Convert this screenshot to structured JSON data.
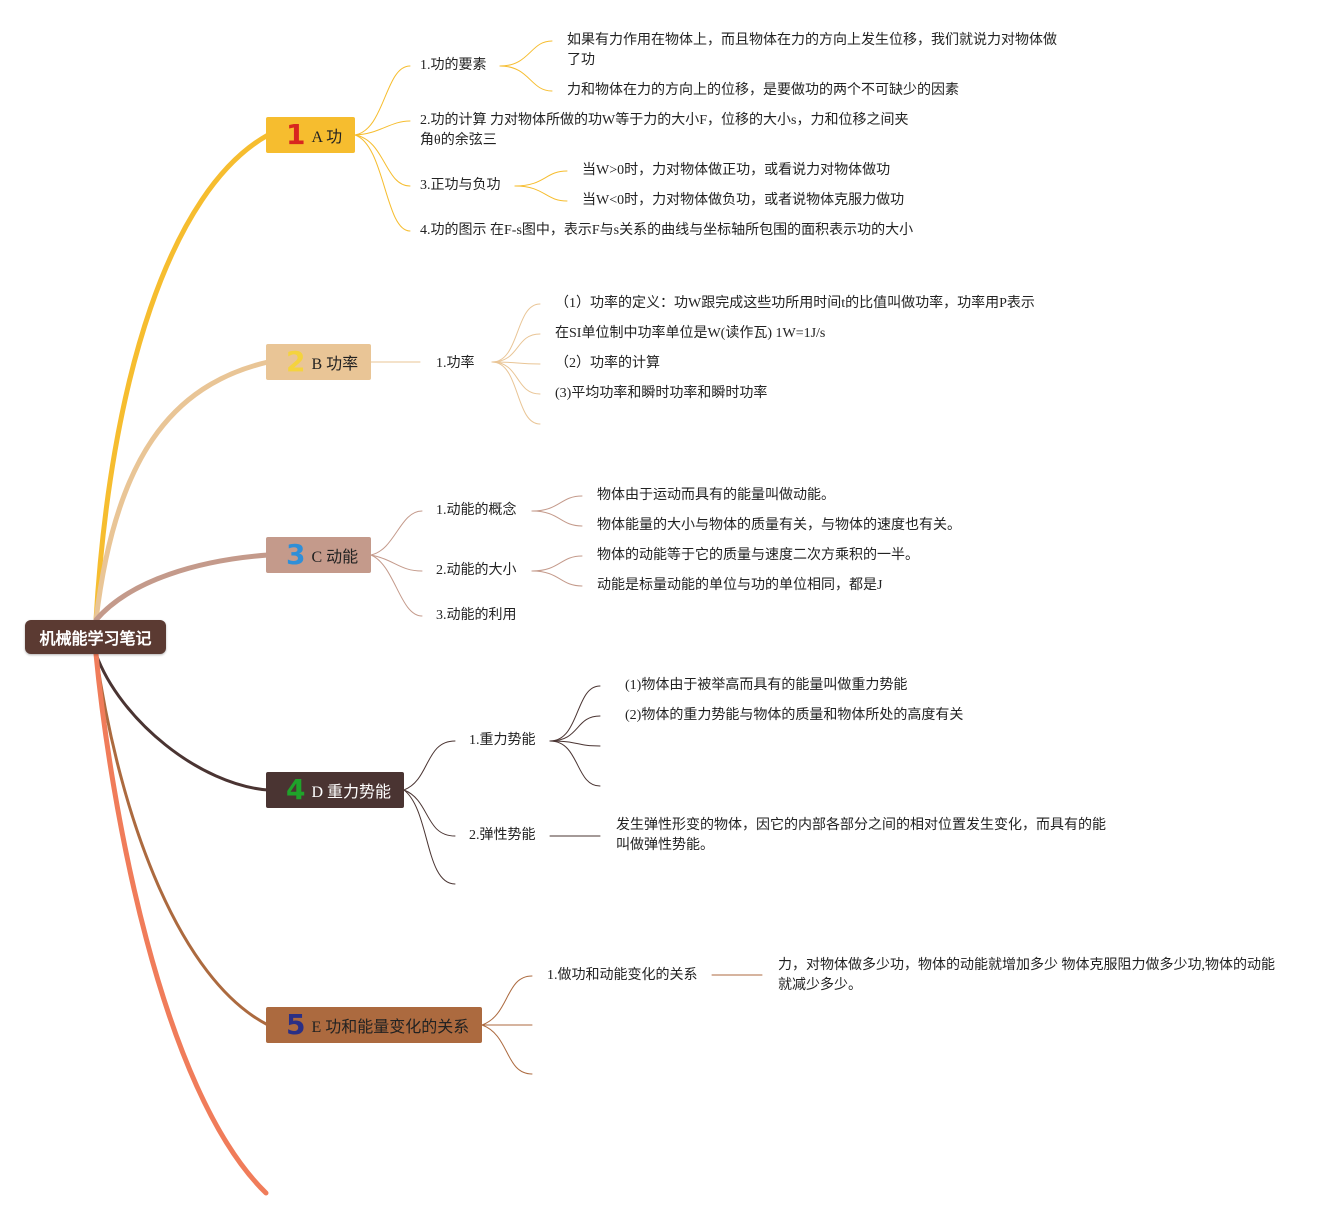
{
  "root": {
    "label": "机械能学习笔记"
  },
  "topics": [
    {
      "num": "1",
      "label": "A 功",
      "color": "#f6bd2f",
      "num_color": "#d8261f",
      "subs": [
        {
          "label": "1.功的要素",
          "leaves": [
            "如果有力作用在物体上，而且物体在力的方向上发生位移，我们就说力对物体做了功",
            "力和物体在力的方向上的位移，是要做功的两个不可缺少的因素"
          ]
        },
        {
          "label": "2.功的计算 力对物体所做的功W等于力的大小F，位移的大小s，力和位移之间夹角θ的余弦三",
          "leaves": []
        },
        {
          "label": "3.正功与负功",
          "leaves": [
            "当W>0时，力对物体做正功，或看说力对物体做功",
            "当W<0时，力对物体做负功，或者说物体克服力做功"
          ]
        },
        {
          "label": "4.功的图示 在F-s图中，表示F与s关系的曲线与坐标轴所包围的面积表示功的大小",
          "leaves": []
        }
      ]
    },
    {
      "num": "2",
      "label": "B 功率",
      "color": "#e9c596",
      "num_color": "#f4d33e",
      "subs": [
        {
          "label": "1.功率",
          "leaves": [
            "（1）功率的定义：功W跟完成这些功所用时间t的比值叫做功率，功率用P表示",
            "在SI单位制中功率单位是W(读作瓦) 1W=1J/s",
            "（2）功率的计算",
            "(3)平均功率和瞬时功率和瞬时功率"
          ]
        }
      ]
    },
    {
      "num": "3",
      "label": "C 动能",
      "color": "#c49a8b",
      "num_color": "#2f8fd8",
      "subs": [
        {
          "label": "1.动能的概念",
          "leaves": [
            "物体由于运动而具有的能量叫做动能。",
            "物体能量的大小与物体的质量有关，与物体的速度也有关。"
          ]
        },
        {
          "label": "2.动能的大小",
          "leaves": [
            "物体的动能等于它的质量与速度二次方乘积的一半。",
            "动能是标量动能的单位与功的单位相同，都是J"
          ]
        },
        {
          "label": "3.动能的利用",
          "leaves": []
        }
      ]
    },
    {
      "num": "4",
      "label": "D 重力势能",
      "color": "#4a3432",
      "num_color": "#1fa32a",
      "subs": [
        {
          "label": "1.重力势能",
          "leaves": [
            "(1)物体由于被举高而具有的能量叫做重力势能",
            "(2)物体的重力势能与物体的质量和物体所处的高度有关"
          ]
        },
        {
          "label": "2.弹性势能",
          "leaves": [
            "发生弹性形变的物体，因它的内部各部分之间的相对位置发生变化，而具有的能叫做弹性势能。"
          ]
        }
      ]
    },
    {
      "num": "5",
      "label": "E 功和能量变化的关系",
      "color": "#ac6a3f",
      "num_color": "#2a2f86",
      "subs": [
        {
          "label": "1.做功和动能变化的关系",
          "leaves": [
            "力，对物体做多少功，物体的动能就增加多少 物体克服阻力做多少功,物体的动能就减少多少。"
          ]
        }
      ]
    }
  ],
  "extra_branch_color": "#f07c5a"
}
